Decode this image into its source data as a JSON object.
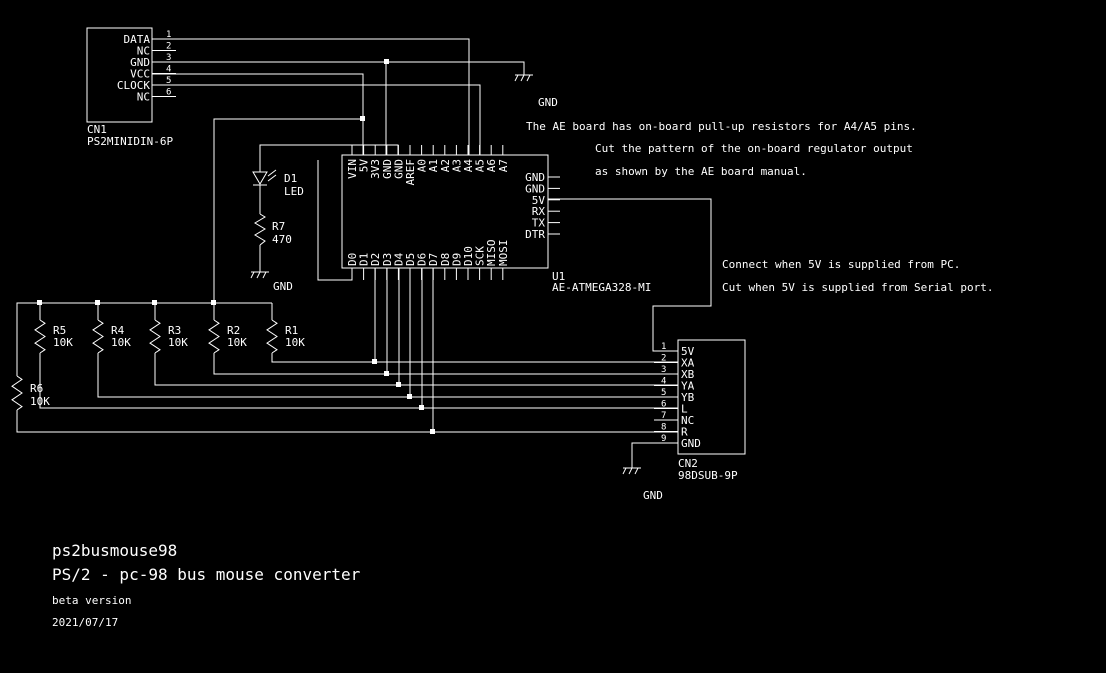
{
  "cn1": {
    "pins": [
      "DATA",
      "NC",
      "GND",
      "VCC",
      "CLOCK",
      "NC"
    ],
    "pin_numbers": [
      "1",
      "2",
      "3",
      "4",
      "5",
      "6"
    ],
    "ref": "CN1",
    "value": "PS2MINIDIN-6P"
  },
  "u1": {
    "top_pins": [
      "VIN",
      "5V",
      "3V3",
      "GND",
      "GND",
      "AREF",
      "A0",
      "A1",
      "A2",
      "A3",
      "A4",
      "A5",
      "A6",
      "A7"
    ],
    "bottom_pins": [
      "D0",
      "D1",
      "D2",
      "D3",
      "D4",
      "D5",
      "D6",
      "D7",
      "D8",
      "D9",
      "D10",
      "SCK",
      "MISO",
      "MOSI"
    ],
    "right_pins": [
      "GND",
      "GND",
      "5V",
      "RX",
      "TX",
      "DTR"
    ],
    "ref": "U1",
    "value": "AE-ATMEGA328-MI"
  },
  "cn2": {
    "pins": [
      "5V",
      "XA",
      "XB",
      "YA",
      "YB",
      "L",
      "NC",
      "R",
      "GND"
    ],
    "pin_numbers": [
      "1",
      "2",
      "3",
      "4",
      "5",
      "6",
      "7",
      "8",
      "9"
    ],
    "ref": "CN2",
    "value": "98DSUB-9P"
  },
  "d1": {
    "ref": "D1",
    "value": "LED"
  },
  "r7": {
    "ref": "R7",
    "value": "470"
  },
  "resistors": [
    {
      "ref": "R5",
      "value": "10K"
    },
    {
      "ref": "R4",
      "value": "10K"
    },
    {
      "ref": "R3",
      "value": "10K"
    },
    {
      "ref": "R2",
      "value": "10K"
    },
    {
      "ref": "R1",
      "value": "10K"
    },
    {
      "ref": "R6",
      "value": "10K"
    }
  ],
  "gnd_labels": [
    "GND",
    "GND",
    "GND"
  ],
  "notes": {
    "pullup": "The AE board has on-board pull-up resistors for A4/A5 pins.",
    "regulator_1": "Cut the pattern of the on-board regulator output",
    "regulator_2": "as shown by the AE board manual.",
    "connect": "Connect when 5V is supplied from PC.",
    "cut": "Cut when 5V is supplied from Serial port."
  },
  "footer": {
    "name": "ps2busmouse98",
    "description": "PS/2 - pc-98 bus mouse converter",
    "version": "beta version",
    "date": "2021/07/17"
  }
}
